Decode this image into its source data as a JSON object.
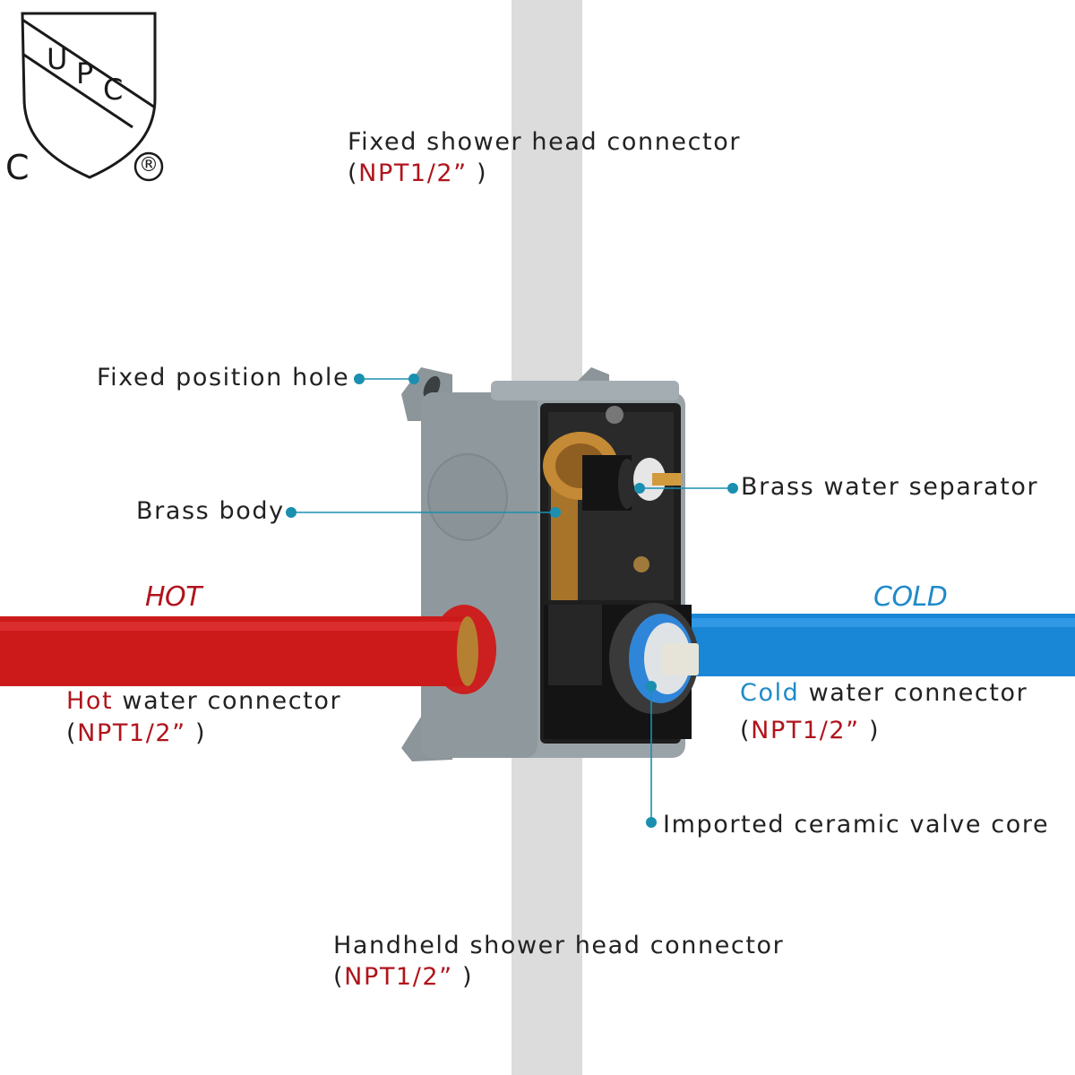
{
  "certification": {
    "letters": [
      "U",
      "P",
      "C"
    ],
    "left_mark": "C",
    "registered_mark": "®"
  },
  "labels": {
    "fixed_head": {
      "text": "Fixed shower head connector",
      "open": "(",
      "spec": "NPT1/2”",
      "close": " )"
    },
    "position_hole": {
      "text": "Fixed position hole"
    },
    "brass_body": {
      "text": "Brass body"
    },
    "brass_separator": {
      "text": "Brass water separator"
    },
    "hot_tag": "HOT",
    "cold_tag": "COLD",
    "hot_connector": {
      "accent": "Hot",
      "text": " water connector",
      "open": "(",
      "spec": "NPT1/2”",
      "close": " )"
    },
    "cold_connector": {
      "accent": "Cold",
      "text": " water connector",
      "open": "(",
      "spec": "NPT1/2”",
      "close": " )"
    },
    "valve_core": {
      "text": "Imported ceramic valve core"
    },
    "handheld_head": {
      "text": "Handheld shower head connector",
      "open": "(",
      "spec": "NPT1/2”",
      "close": " )"
    }
  },
  "colors": {
    "hot_pipe": "#cc1a1a",
    "cold_pipe": "#1a86d6",
    "hot_text": "#b0141c",
    "cold_text": "#1f8ac9",
    "callout": "#1a8fb0",
    "vertical_pipe": "#d9d9d9",
    "box_body": "#9aa3a8"
  }
}
